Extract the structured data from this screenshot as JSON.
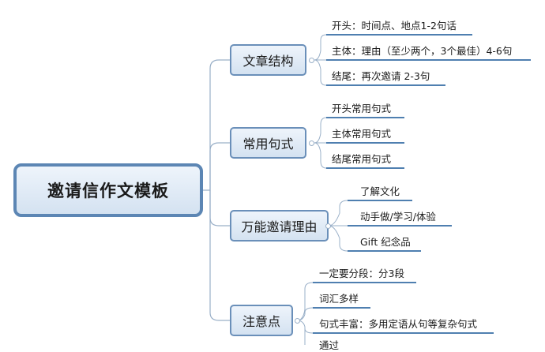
{
  "root": {
    "label": "邀请信作文模板"
  },
  "branches": [
    {
      "label": "文章结构",
      "leaves": [
        "开头：时间点、地点1-2句话",
        "主体：理由（至少两个，3个最佳）4-6句",
        "结尾：再次邀请 2-3句"
      ]
    },
    {
      "label": "常用句式",
      "leaves": [
        "开头常用句式",
        "主体常用句式",
        "结尾常用句式"
      ]
    },
    {
      "label": "万能邀请理由",
      "leaves": [
        "了解文化",
        "动手做/学习/体验",
        "Gift 纪念品"
      ]
    },
    {
      "label": "注意点",
      "leaves": [
        "一定要分段：分3段",
        "词汇多样",
        "句式丰富：多用定语从句等复杂句式",
        "通过"
      ]
    }
  ],
  "colors": {
    "line": "#4f7fb0",
    "node_border": "#6a8fb9",
    "connector": "#9ab0c8"
  }
}
